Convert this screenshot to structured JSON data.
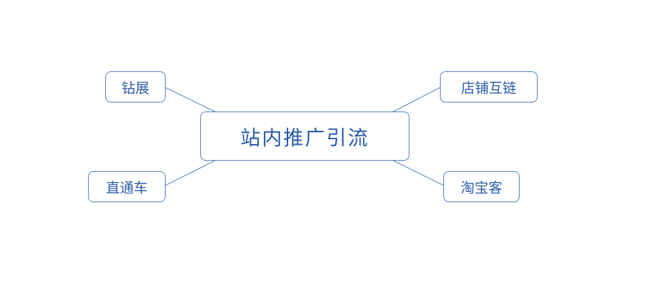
{
  "diagram": {
    "type": "mindmap",
    "center": {
      "label": "站内推广引流"
    },
    "nodes": [
      {
        "id": "zuanzhan",
        "label": "钻展",
        "position": "top-left"
      },
      {
        "id": "dianpu-hulian",
        "label": "店铺互链",
        "position": "top-right"
      },
      {
        "id": "zhitongche",
        "label": "直通车",
        "position": "bottom-left"
      },
      {
        "id": "taobaoke",
        "label": "淘宝客",
        "position": "bottom-right"
      }
    ],
    "colors": {
      "node_border": "#4a7ebc",
      "node_text": "#2a5caa",
      "connector": "#4a7ebc",
      "background": "#ffffff"
    }
  }
}
